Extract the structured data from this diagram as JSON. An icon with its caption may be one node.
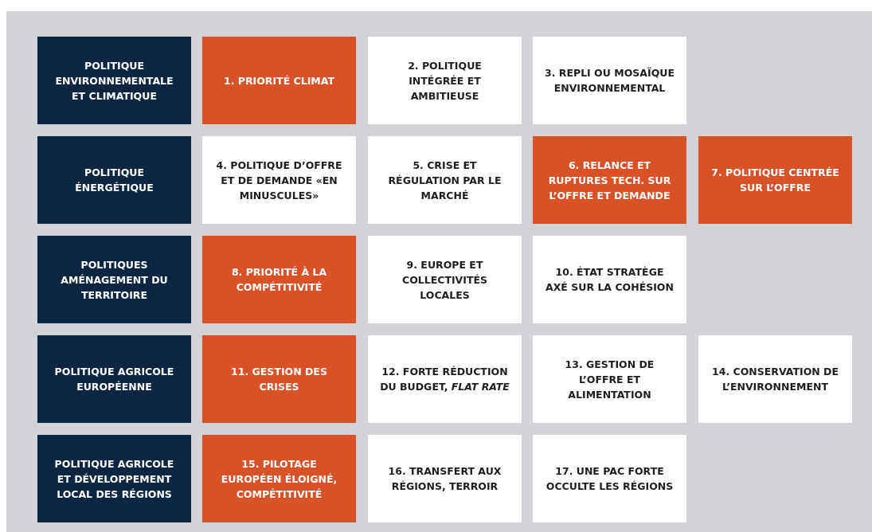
{
  "diagram": {
    "nodes": [
      {
        "text": [
          "POLITIQUE ENVIRONNEMENTALE ET CLIMATIQUE"
        ]
      },
      {
        "text": [
          "1. PRIORITÉ CLIMAT"
        ]
      },
      {
        "text": [
          "2. POLITIQUE INTÉGRÉE ET AMBITIEUSE"
        ]
      },
      {
        "text": [
          "3. REPLI OU MOSAÏQUE ENVIRONNEMENTAL"
        ]
      },
      {
        "text": [
          "POLITIQUE ÉNERGÉTIQUE"
        ]
      },
      {
        "text": [
          "4. POLITIQUE D’OFFRE ET DE DEMANDE «EN MINUSCULES»"
        ]
      },
      {
        "text": [
          "5. CRISE ET RÉGULATION PAR LE MARCHÉ"
        ]
      },
      {
        "text": [
          "6. RELANCE ET RUPTURES TECH. SUR L’OFFRE ET DEMANDE"
        ]
      },
      {
        "text": [
          "7. POLITIQUE CENTRÉE SUR L’OFFRE"
        ]
      },
      {
        "text": [
          "POLITIQUES AMÉNAGEMENT DU TERRITOIRE"
        ]
      },
      {
        "text": [
          "8. PRIORITÉ À LA COMPÉTITIVITÉ"
        ]
      },
      {
        "text": [
          "9. EUROPE ET COLLECTIVITÉS LOCALES"
        ]
      },
      {
        "text": [
          "10. ÉTAT STRATÈGE AXÉ SUR LA COHÉSION"
        ]
      },
      {
        "text": [
          "POLITIQUE AGRICOLE EUROPÉENNE"
        ]
      },
      {
        "text": [
          "11. GESTION DES CRISES"
        ]
      },
      {
        "text": [
          "12. FORTE RÉDUCTION DU BUDGET, *FLAT RATE*"
        ]
      },
      {
        "text": [
          "13. GESTION DE L’OFFRE ET ALIMENTATION"
        ]
      },
      {
        "text": [
          "14. CONSERVATION DE L’ENVIRONNEMENT"
        ]
      },
      {
        "text": [
          "POLITIQUE AGRICOLE ET DÉVELOPPEMENT LOCAL DES RÉGIONS"
        ]
      },
      {
        "text": [
          "15. PILOTAGE EUROPÉEN ÉLOIGNÉ, COMPÉTITIVITÉ"
        ]
      },
      {
        "text": [
          "16. TRANSFERT AUX RÉGIONS, TERROIR"
        ]
      },
      {
        "text": [
          "17. UNE PAC FORTE OCCULTE LES RÉGIONS"
        ]
      }
    ]
  }
}
